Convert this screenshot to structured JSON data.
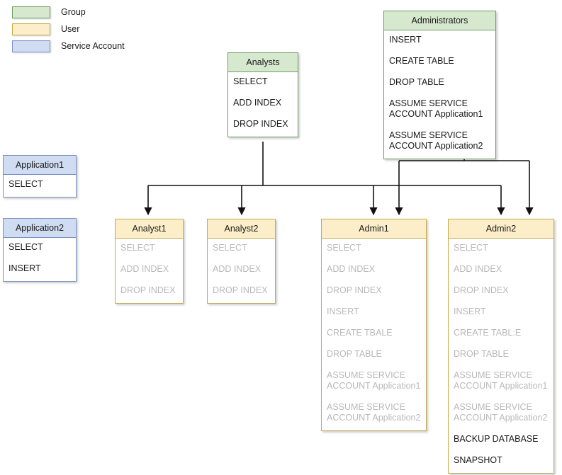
{
  "legend": {
    "items": [
      {
        "label": "Group",
        "color": "#d6e8ce",
        "border": "#6f9e63"
      },
      {
        "label": "User",
        "color": "#fbeec8",
        "border": "#c8a94b"
      },
      {
        "label": "Service Account",
        "color": "#cfdcf1",
        "border": "#7b92c4"
      }
    ]
  },
  "nodes": {
    "analysts": {
      "title": "Analysts",
      "type": "Group",
      "permissions": [
        {
          "label": "SELECT",
          "inherited": false
        },
        {
          "label": "ADD INDEX",
          "inherited": false
        },
        {
          "label": "DROP INDEX",
          "inherited": false
        }
      ]
    },
    "administrators": {
      "title": "Administrators",
      "type": "Group",
      "permissions": [
        {
          "label": "INSERT",
          "inherited": false
        },
        {
          "label": "CREATE TABLE",
          "inherited": false
        },
        {
          "label": "DROP TABLE",
          "inherited": false
        },
        {
          "label": "ASSUME SERVICE\nACCOUNT Application1",
          "inherited": false
        },
        {
          "label": "ASSUME SERVICE\nACCOUNT Application2",
          "inherited": false
        }
      ]
    },
    "application1": {
      "title": "Application1",
      "type": "Service Account",
      "permissions": [
        {
          "label": "SELECT",
          "inherited": false
        }
      ]
    },
    "application2": {
      "title": "Application2",
      "type": "Service Account",
      "permissions": [
        {
          "label": "SELECT",
          "inherited": false
        },
        {
          "label": "INSERT",
          "inherited": false
        }
      ]
    },
    "analyst1": {
      "title": "Analyst1",
      "type": "User",
      "permissions": [
        {
          "label": "SELECT",
          "inherited": true
        },
        {
          "label": "ADD INDEX",
          "inherited": true
        },
        {
          "label": "DROP INDEX",
          "inherited": true
        }
      ]
    },
    "analyst2": {
      "title": "Analyst2",
      "type": "User",
      "permissions": [
        {
          "label": "SELECT",
          "inherited": true
        },
        {
          "label": "ADD INDEX",
          "inherited": true
        },
        {
          "label": "DROP INDEX",
          "inherited": true
        }
      ]
    },
    "admin1": {
      "title": "Admin1",
      "type": "User",
      "permissions": [
        {
          "label": "SELECT",
          "inherited": true
        },
        {
          "label": "ADD INDEX",
          "inherited": true
        },
        {
          "label": "DROP INDEX",
          "inherited": true
        },
        {
          "label": "INSERT",
          "inherited": true
        },
        {
          "label": "CREATE TBALE",
          "inherited": true
        },
        {
          "label": "DROP TABLE",
          "inherited": true
        },
        {
          "label": "ASSUME SERVICE\nACCOUNT Application1",
          "inherited": true
        },
        {
          "label": "ASSUME SERVICE\nACCOUNT Application2",
          "inherited": true
        }
      ]
    },
    "admin2": {
      "title": "Admin2",
      "type": "User",
      "permissions": [
        {
          "label": "SELECT",
          "inherited": true
        },
        {
          "label": "ADD INDEX",
          "inherited": true
        },
        {
          "label": "DROP INDEX",
          "inherited": true
        },
        {
          "label": "INSERT",
          "inherited": true
        },
        {
          "label": "CREATE TABL:E",
          "inherited": true
        },
        {
          "label": "DROP TABLE",
          "inherited": true
        },
        {
          "label": "ASSUME SERVICE\nACCOUNT Application1",
          "inherited": true
        },
        {
          "label": "ASSUME SERVICE\nACCOUNT Application2",
          "inherited": true
        },
        {
          "label": "BACKUP DATABASE",
          "inherited": false
        },
        {
          "label": "SNAPSHOT",
          "inherited": false
        }
      ]
    }
  },
  "edges": [
    {
      "from": "analysts",
      "to": "analyst1"
    },
    {
      "from": "analysts",
      "to": "analyst2"
    },
    {
      "from": "analysts",
      "to": "admin1"
    },
    {
      "from": "analysts",
      "to": "admin2"
    },
    {
      "from": "administrators",
      "to": "admin1"
    },
    {
      "from": "administrators",
      "to": "admin2"
    }
  ]
}
